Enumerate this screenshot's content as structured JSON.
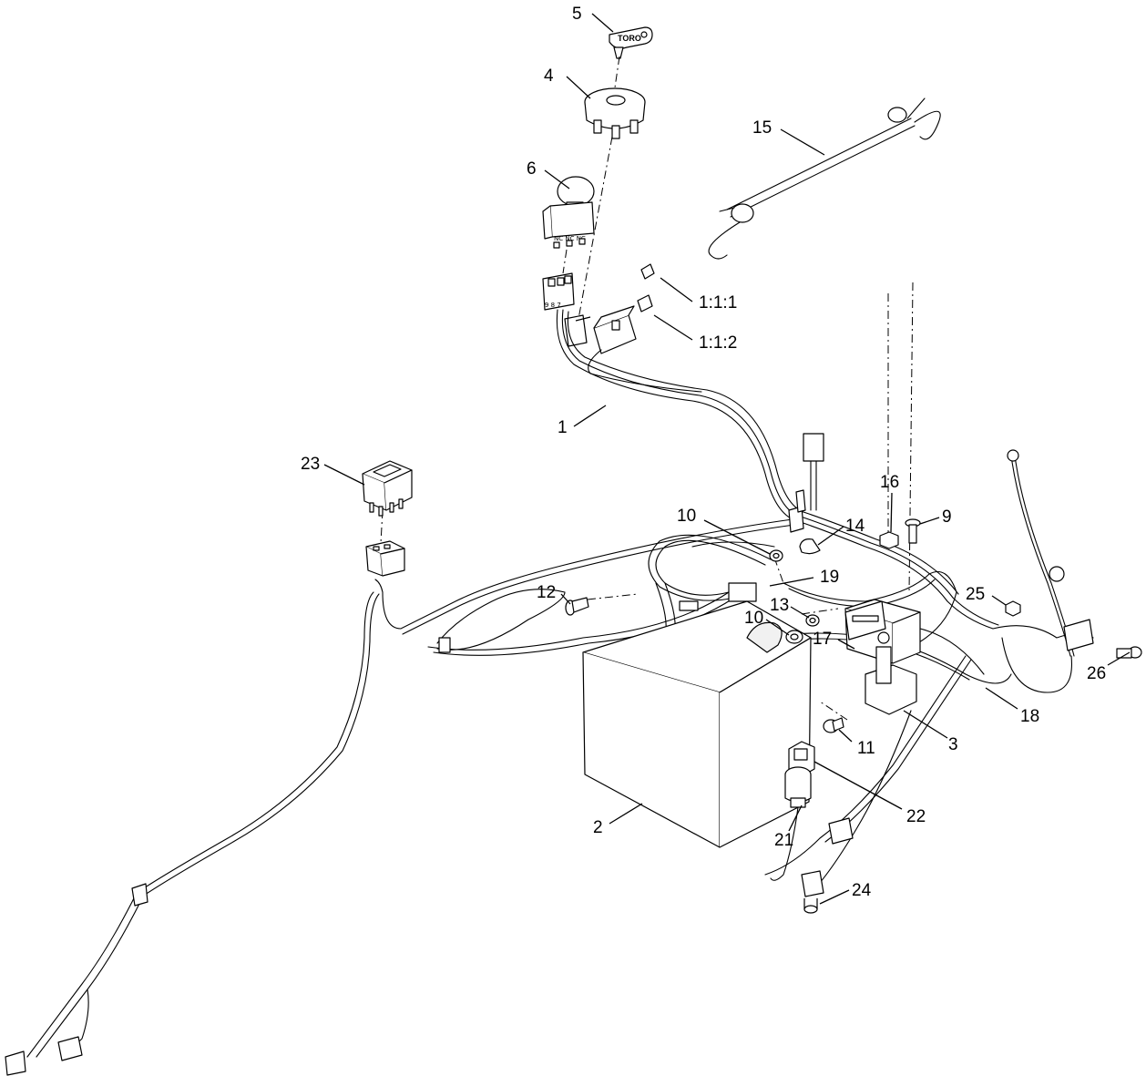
{
  "diagram": {
    "type": "exploded-parts-diagram",
    "callouts": [
      {
        "id": "c5",
        "label": "5"
      },
      {
        "id": "c4",
        "label": "4"
      },
      {
        "id": "c15",
        "label": "15"
      },
      {
        "id": "c6",
        "label": "6"
      },
      {
        "id": "c111",
        "label": "1:1:1"
      },
      {
        "id": "c112",
        "label": "1:1:2"
      },
      {
        "id": "c1",
        "label": "1"
      },
      {
        "id": "c23",
        "label": "23"
      },
      {
        "id": "c16",
        "label": "16"
      },
      {
        "id": "c9",
        "label": "9"
      },
      {
        "id": "c10a",
        "label": "10"
      },
      {
        "id": "c14",
        "label": "14"
      },
      {
        "id": "c19",
        "label": "19"
      },
      {
        "id": "c12",
        "label": "12"
      },
      {
        "id": "c13",
        "label": "13"
      },
      {
        "id": "c25",
        "label": "25"
      },
      {
        "id": "c10b",
        "label": "10"
      },
      {
        "id": "c17",
        "label": "17"
      },
      {
        "id": "c26",
        "label": "26"
      },
      {
        "id": "c18",
        "label": "18"
      },
      {
        "id": "c11",
        "label": "11"
      },
      {
        "id": "c3",
        "label": "3"
      },
      {
        "id": "c22",
        "label": "22"
      },
      {
        "id": "c2",
        "label": "2"
      },
      {
        "id": "c21",
        "label": "21"
      },
      {
        "id": "c24",
        "label": "24"
      }
    ],
    "key_tag_text": "TORO",
    "switch_terminal_text": "9 8 7",
    "switch_contact_text": "NC NC NC"
  }
}
